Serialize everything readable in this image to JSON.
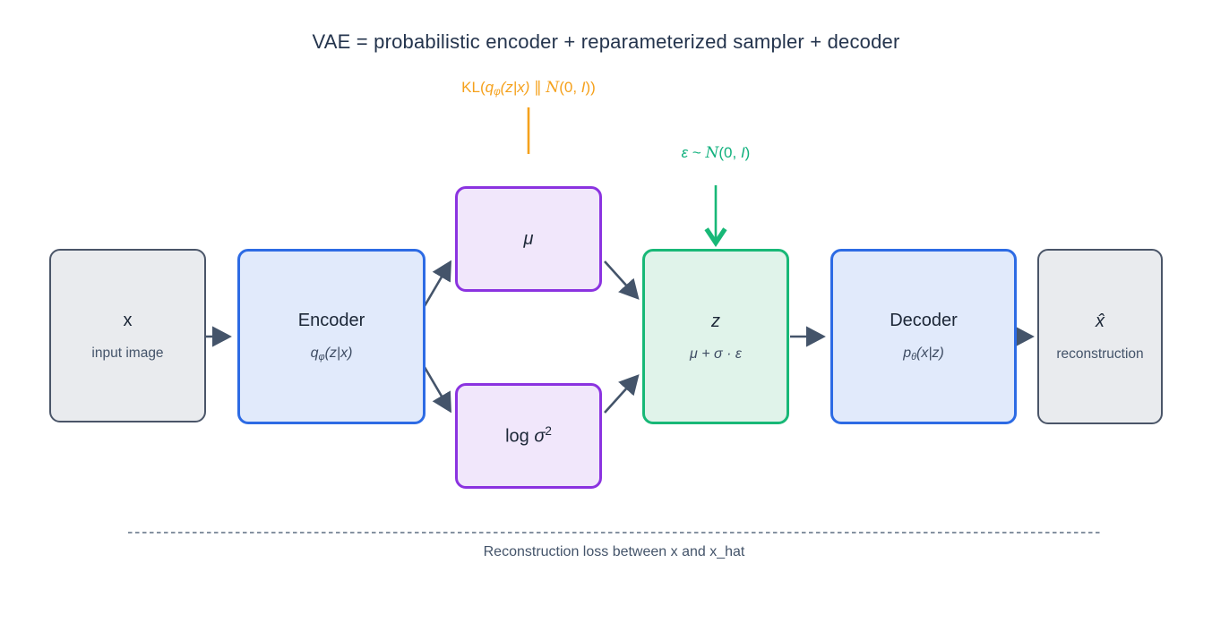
{
  "title": "VAE = probabilistic encoder + reparameterized sampler + decoder",
  "palette": {
    "background": "#ffffff",
    "title_text": "#24344d",
    "arrow_slate": "#44546a",
    "gray_fill": "#e9ebee",
    "gray_border": "#4a5568",
    "blue_fill": "#e1eafb",
    "blue_border": "#2d6be4",
    "purple_fill": "#f1e7fb",
    "purple_border": "#8b33e0",
    "green_fill": "#e0f3ea",
    "green_border": "#18b877",
    "kl_orange": "#f5a11c",
    "epsilon_green": "#12b17e"
  },
  "annotations": {
    "kl_divergence": {
      "color": "#f5a11c",
      "segments": [
        {
          "t": "KL(",
          "s": "n"
        },
        {
          "t": "q",
          "s": "i"
        },
        {
          "t": "φ",
          "s": "sub"
        },
        {
          "t": "(z|x)",
          "s": "i"
        },
        {
          "t": " ∥ ",
          "s": "n"
        },
        {
          "t": "N",
          "s": "script"
        },
        {
          "t": "(0, ",
          "s": "n"
        },
        {
          "t": "I",
          "s": "i"
        },
        {
          "t": "))",
          "s": "n"
        }
      ]
    },
    "epsilon_noise": {
      "color": "#12b17e",
      "segments": [
        {
          "t": "ε",
          "s": "i"
        },
        {
          "t": " ~ ",
          "s": "n"
        },
        {
          "t": "N",
          "s": "script"
        },
        {
          "t": "(0, ",
          "s": "n"
        },
        {
          "t": "I",
          "s": "i"
        },
        {
          "t": ")",
          "s": "n"
        }
      ]
    }
  },
  "nodes": {
    "x": {
      "title": "x",
      "subtitle": "input image"
    },
    "encoder": {
      "title": "Encoder",
      "formula_segments": [
        {
          "t": "q",
          "s": "i"
        },
        {
          "t": "φ",
          "s": "sub"
        },
        {
          "t": "(z|x)",
          "s": "i"
        }
      ]
    },
    "mu": {
      "title_segments": [
        {
          "t": "μ",
          "s": "i"
        }
      ]
    },
    "log_sigma": {
      "title_segments": [
        {
          "t": "log ",
          "s": "n"
        },
        {
          "t": "σ",
          "s": "i"
        },
        {
          "t": "2",
          "s": "sup"
        }
      ]
    },
    "z": {
      "title_segments": [
        {
          "t": "z",
          "s": "i"
        }
      ],
      "subtitle_segments": [
        {
          "t": "μ + σ · ε",
          "s": "i"
        }
      ]
    },
    "decoder": {
      "title": "Decoder",
      "formula_segments": [
        {
          "t": "p",
          "s": "i"
        },
        {
          "t": "θ",
          "s": "sub"
        },
        {
          "t": "(x|z)",
          "s": "i"
        }
      ]
    },
    "x_hat": {
      "title_segments": [
        {
          "t": "x̂",
          "s": "i"
        }
      ],
      "subtitle": "reconstruction"
    }
  },
  "footer": {
    "label": "Reconstruction loss between x and x_hat"
  }
}
